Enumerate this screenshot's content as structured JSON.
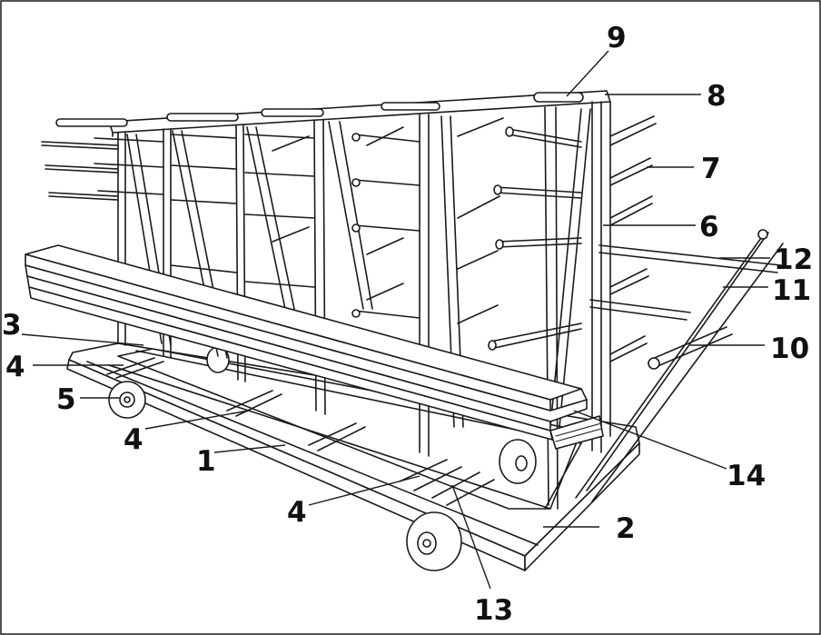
{
  "diagram": {
    "callouts": [
      {
        "id": "c1",
        "text": "1"
      },
      {
        "id": "c2",
        "text": "2"
      },
      {
        "id": "c3",
        "text": "3"
      },
      {
        "id": "c4a",
        "text": "4"
      },
      {
        "id": "c4b",
        "text": "4"
      },
      {
        "id": "c4c",
        "text": "4"
      },
      {
        "id": "c5",
        "text": "5"
      },
      {
        "id": "c6",
        "text": "6"
      },
      {
        "id": "c7",
        "text": "7"
      },
      {
        "id": "c8",
        "text": "8"
      },
      {
        "id": "c9",
        "text": "9"
      },
      {
        "id": "c10",
        "text": "10"
      },
      {
        "id": "c11",
        "text": "11"
      },
      {
        "id": "c12",
        "text": "12"
      },
      {
        "id": "c13",
        "text": "13"
      },
      {
        "id": "c14",
        "text": "14"
      }
    ]
  }
}
